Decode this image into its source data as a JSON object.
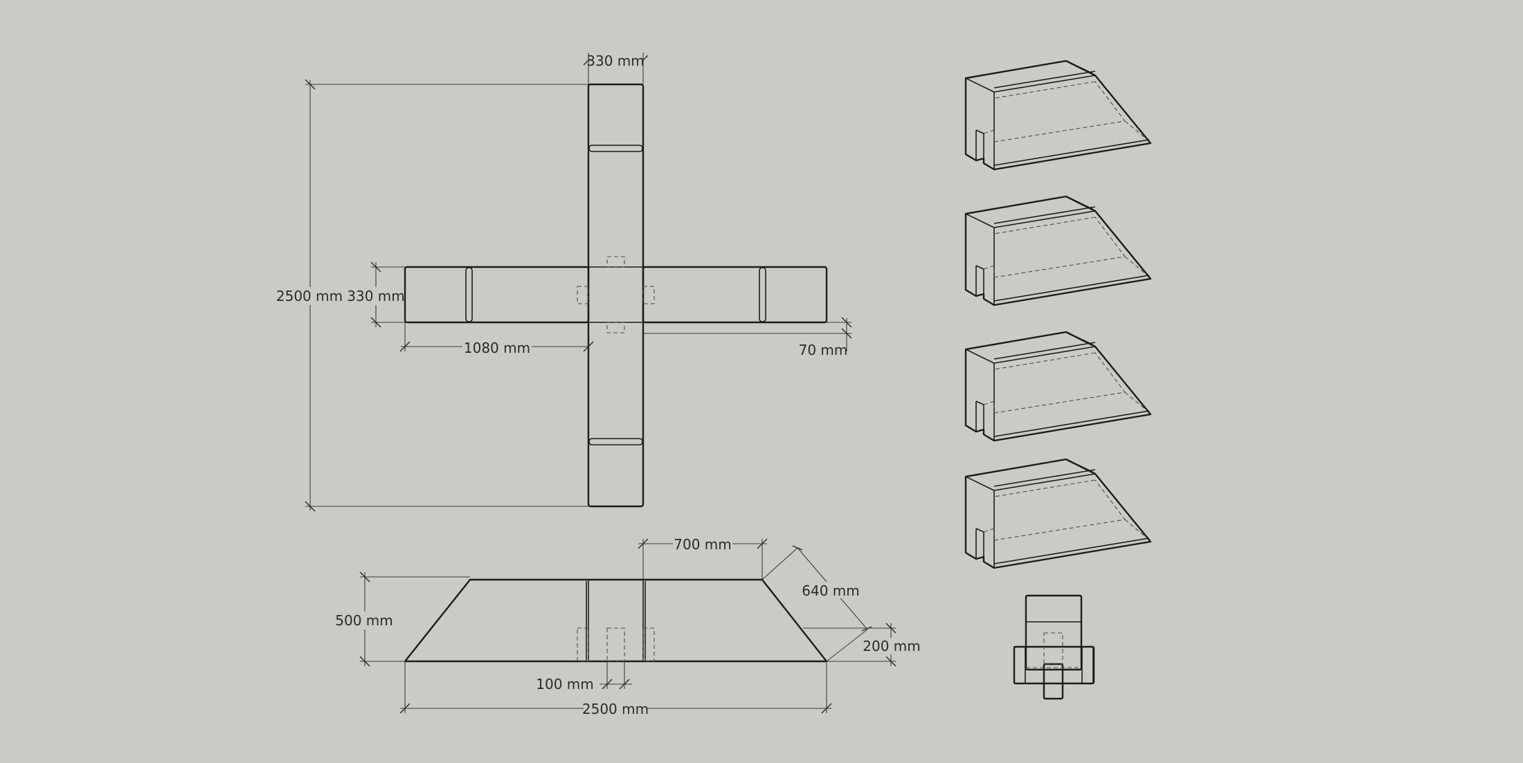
{
  "drawing": {
    "background": "#cbcbc6",
    "line_color": "#1b1b1b",
    "top_view": {
      "dim_width_top": "330 mm",
      "dim_height_total": "2500 mm",
      "dim_arm_width": "330 mm",
      "dim_arm_length": "1080 mm",
      "dim_offset": "70 mm"
    },
    "front_view": {
      "dim_top_length": "700 mm",
      "dim_slope": "640 mm",
      "dim_height": "500 mm",
      "dim_base_thickness": "200 mm",
      "dim_slot_width": "100 mm",
      "dim_total_length": "2500 mm"
    },
    "iso_views": {
      "count": 4
    }
  }
}
